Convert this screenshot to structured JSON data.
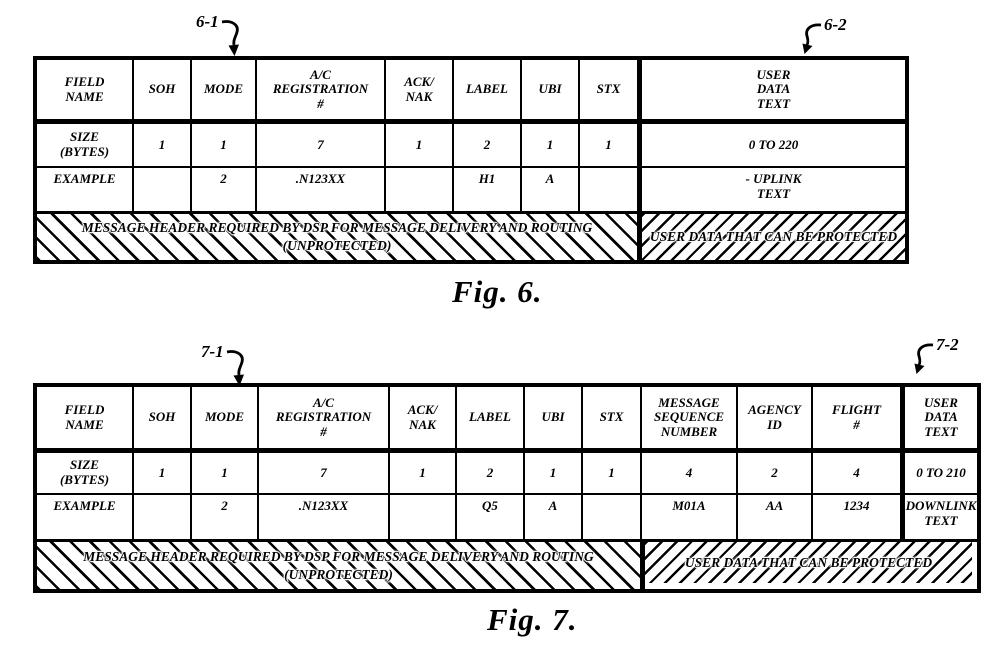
{
  "page": {
    "paper_color": "#ffffff",
    "ink_color": "#000000"
  },
  "figure6": {
    "ref1": "6-1",
    "ref2": "6-2",
    "caption": "Fig. 6.",
    "row_labels": {
      "header": "FIELD\nNAME",
      "size": "SIZE\n(BYTES)",
      "example": "EXAMPLE"
    },
    "columns": [
      {
        "header": "SOH",
        "size": "1",
        "example": ""
      },
      {
        "header": "MODE",
        "size": "1",
        "example": "2"
      },
      {
        "header": "A/C\nREGISTRATION\n#",
        "size": "7",
        "example": ".N123XX"
      },
      {
        "header": "ACK/\nNAK",
        "size": "1",
        "example": ""
      },
      {
        "header": "LABEL",
        "size": "2",
        "example": "H1"
      },
      {
        "header": "UBI",
        "size": "1",
        "example": "A"
      },
      {
        "header": "STX",
        "size": "1",
        "example": ""
      },
      {
        "header": "USER\nDATA\nTEXT",
        "size": "0 TO 220",
        "example": "- UPLINK\nTEXT"
      }
    ],
    "hatch_left_line1": "MESSAGE HEADER REQUIRED BY DSP FOR MESSAGE DELIVERY AND ROUTING",
    "hatch_left_line2": "(UNPROTECTED)",
    "hatch_right": "USER DATA THAT CAN BE PROTECTED"
  },
  "figure7": {
    "ref1": "7-1",
    "ref2": "7-2",
    "caption": "Fig. 7.",
    "row_labels": {
      "header": "FIELD\nNAME",
      "size": "SIZE\n(BYTES)",
      "example": "EXAMPLE"
    },
    "columns": [
      {
        "header": "SOH",
        "size": "1",
        "example": ""
      },
      {
        "header": "MODE",
        "size": "1",
        "example": "2"
      },
      {
        "header": "A/C\nREGISTRATION\n#",
        "size": "7",
        "example": ".N123XX"
      },
      {
        "header": "ACK/\nNAK",
        "size": "1",
        "example": ""
      },
      {
        "header": "LABEL",
        "size": "2",
        "example": "Q5"
      },
      {
        "header": "UBI",
        "size": "1",
        "example": "A"
      },
      {
        "header": "STX",
        "size": "1",
        "example": ""
      },
      {
        "header": "MESSAGE\nSEQUENCE\nNUMBER",
        "size": "4",
        "example": "M01A"
      },
      {
        "header": "AGENCY\nID",
        "size": "2",
        "example": "AA"
      },
      {
        "header": "FLIGHT\n#",
        "size": "4",
        "example": "1234"
      },
      {
        "header": "USER\nDATA\nTEXT",
        "size": "0 TO 210",
        "example": "DOWNLINK\nTEXT"
      }
    ],
    "hatch_left_line1": "MESSAGE HEADER REQUIRED BY DSP FOR MESSAGE DELIVERY AND ROUTING",
    "hatch_left_line2": "(UNPROTECTED)",
    "hatch_right": "USER DATA THAT CAN BE PROTECTED"
  }
}
